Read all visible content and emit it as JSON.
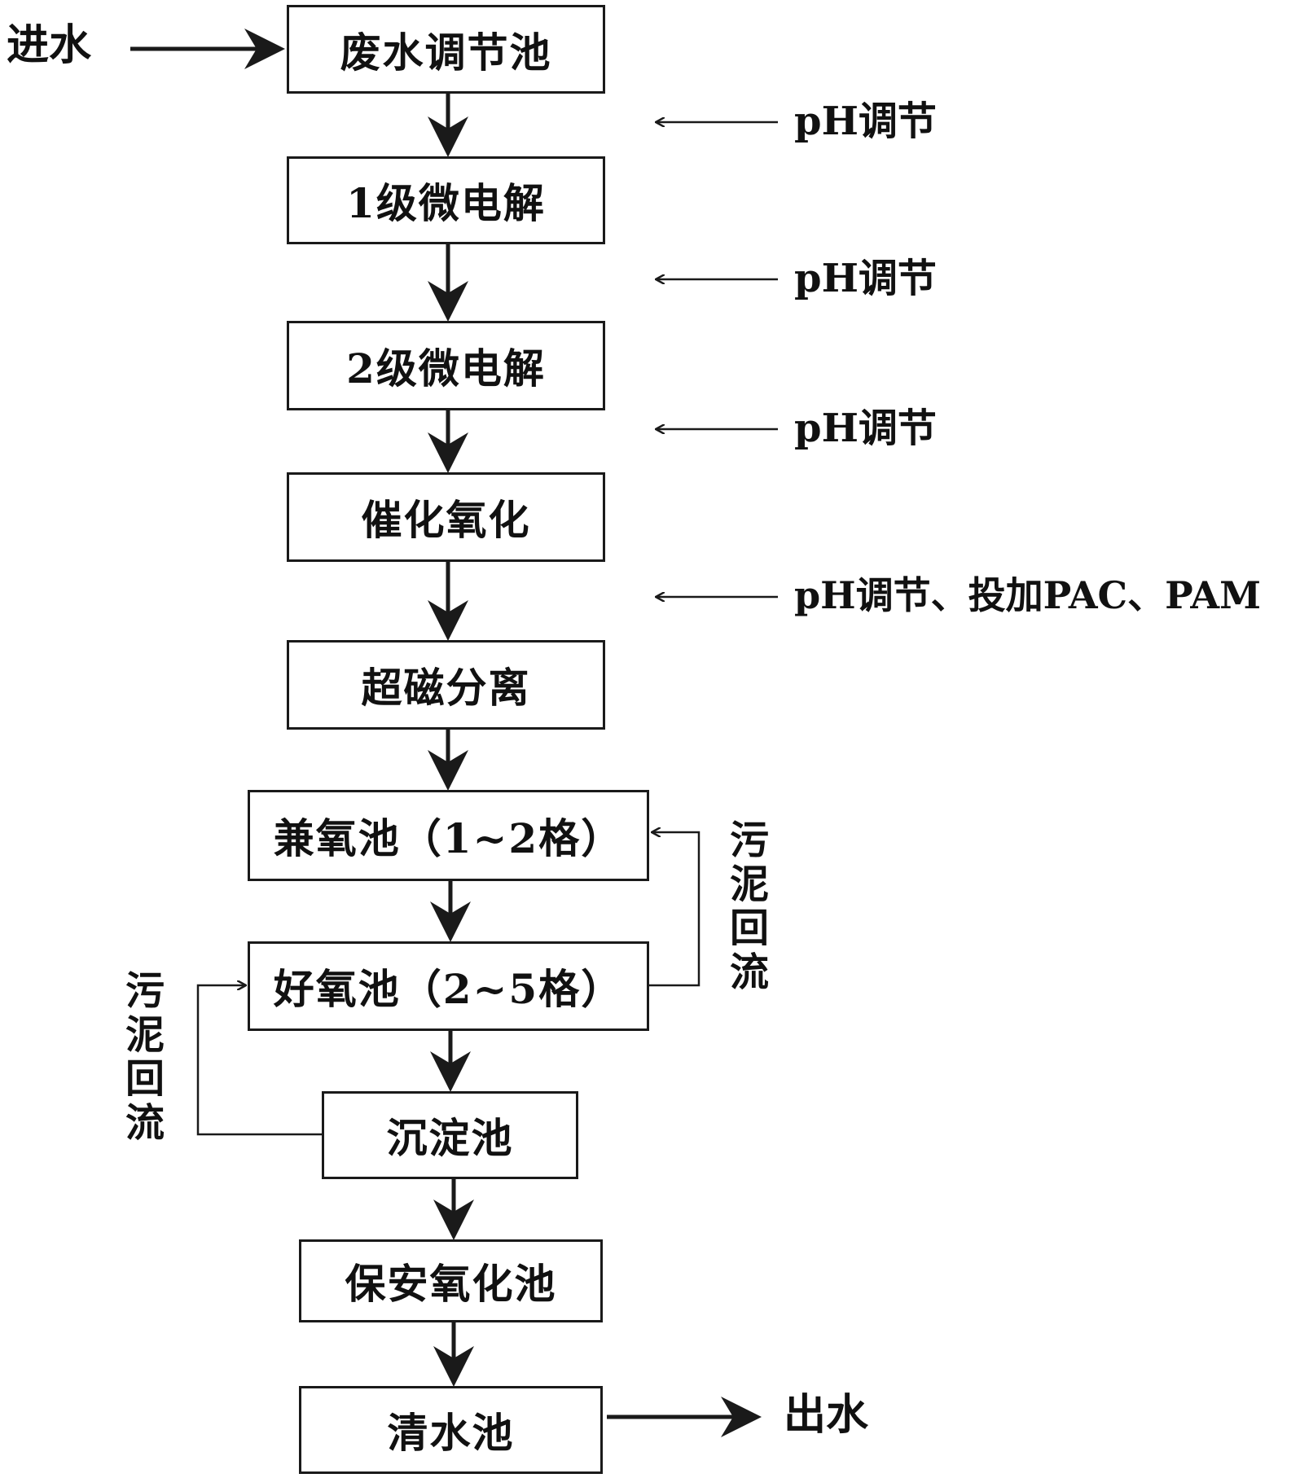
{
  "inlet_label": "进水",
  "outlet_label": "出水",
  "steps": [
    {
      "id": "s1",
      "label": "废水调节池"
    },
    {
      "id": "s2",
      "label": "1级微电解"
    },
    {
      "id": "s3",
      "label": "2级微电解"
    },
    {
      "id": "s4",
      "label": "催化氧化"
    },
    {
      "id": "s5",
      "label": "超磁分离"
    },
    {
      "id": "s6",
      "label": "兼氧池（1~2格）"
    },
    {
      "id": "s7",
      "label": "好氧池（2~5格）"
    },
    {
      "id": "s8",
      "label": "沉淀池"
    },
    {
      "id": "s9",
      "label": "保安氧化池"
    },
    {
      "id": "s10",
      "label": "清水池"
    }
  ],
  "dosing": [
    {
      "label": "pH调节"
    },
    {
      "label": "pH调节"
    },
    {
      "label": "pH调节"
    },
    {
      "label": "pH调节、投加PAC、PAM"
    }
  ],
  "recycle_right_label": "污泥回流",
  "recycle_left_label": "污泥回流"
}
